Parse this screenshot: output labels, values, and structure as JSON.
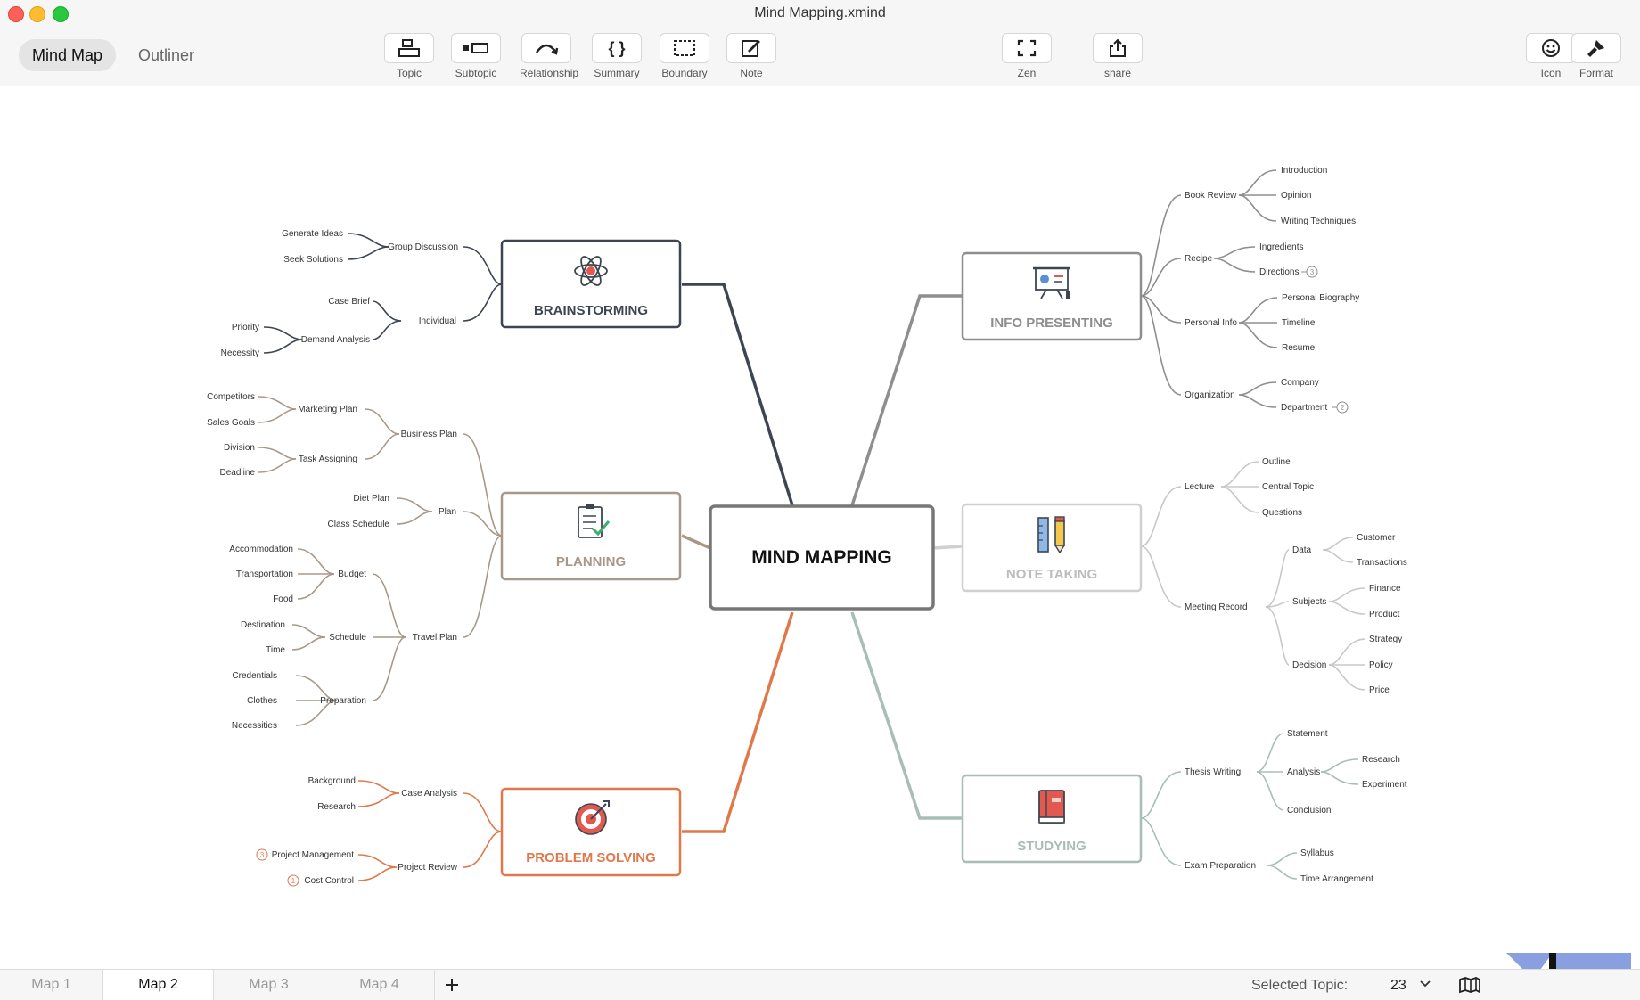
{
  "window": {
    "title": "Mind Mapping.xmind"
  },
  "modes": {
    "active": "Mind Map",
    "inactive": "Outliner"
  },
  "toolbar": {
    "topic": "Topic",
    "subtopic": "Subtopic",
    "relationship": "Relationship",
    "summary": "Summary",
    "boundary": "Boundary",
    "note": "Note",
    "zen": "Zen",
    "share": "share",
    "icon": "Icon",
    "format": "Format"
  },
  "map": {
    "central": "MIND MAPPING",
    "brainstorming": {
      "label": "BRAINSTORMING",
      "group_discussion": "Group Discussion",
      "generate_ideas": "Generate Ideas",
      "seek_solutions": "Seek Solutions",
      "individual": "Individual",
      "case_brief": "Case Brief",
      "demand_analysis": "Demand Analysis",
      "priority": "Priority",
      "necessity": "Necessity"
    },
    "planning": {
      "label": "PLANNING",
      "business_plan": "Business Plan",
      "marketing_plan": "Marketing Plan",
      "competitors": "Competitors",
      "sales_goals": "Sales Goals",
      "task_assigning": "Task Assigning",
      "division": "Division",
      "deadline": "Deadline",
      "plan": "Plan",
      "diet_plan": "Diet Plan",
      "class_schedule": "Class Schedule",
      "travel_plan": "Travel Plan",
      "budget": "Budget",
      "accommodation": "Accommodation",
      "transportation": "Transportation",
      "food": "Food",
      "schedule": "Schedule",
      "destination": "Destination",
      "time": "Time",
      "preparation": "Preparation",
      "credentials": "Credentials",
      "clothes": "Clothes",
      "necessities": "Necessities"
    },
    "problem_solving": {
      "label": "PROBLEM SOLVING",
      "case_analysis": "Case Analysis",
      "background": "Background",
      "research": "Research",
      "project_review": "Project Review",
      "project_management": "Project Management",
      "cost_control": "Cost Control",
      "pm_badge": "3",
      "cc_badge": "1"
    },
    "info_presenting": {
      "label": "INFO PRESENTING",
      "book_review": "Book Review",
      "introduction": "Introduction",
      "opinion": "Opinion",
      "writing_techniques": "Writing Techniques",
      "recipe": "Recipe",
      "ingredients": "Ingredients",
      "directions": "Directions",
      "directions_badge": "3",
      "personal_info": "Personal Info",
      "personal_biography": "Personal Biography",
      "timeline": "Timeline",
      "resume": "Resume",
      "organization": "Organization",
      "company": "Company",
      "department": "Department",
      "department_badge": "2"
    },
    "note_taking": {
      "label": "NOTE TAKING",
      "lecture": "Lecture",
      "outline": "Outline",
      "central_topic": "Central Topic",
      "questions": "Questions",
      "meeting_record": "Meeting Record",
      "data": "Data",
      "customer": "Customer",
      "transactions": "Transactions",
      "subjects": "Subjects",
      "finance": "Finance",
      "product": "Product",
      "decision": "Decision",
      "strategy": "Strategy",
      "policy": "Policy",
      "price": "Price"
    },
    "studying": {
      "label": "STUDYING",
      "thesis_writing": "Thesis Writing",
      "statement": "Statement",
      "analysis": "Analysis",
      "research": "Research",
      "experiment": "Experiment",
      "conclusion": "Conclusion",
      "exam_preparation": "Exam Preparation",
      "syllabus": "Syllabus",
      "time_arrangement": "Time Arrangement"
    }
  },
  "colors": {
    "brainstorming": "#3d4550",
    "planning": "#a89888",
    "problem_solving": "#e0784a",
    "info_presenting": "#8e8e8e",
    "note_taking": "#c8c8c8",
    "studying": "#a8bdb8"
  },
  "sheets": [
    "Map 1",
    "Map 2",
    "Map 3",
    "Map 4"
  ],
  "active_sheet": "Map 2",
  "status": {
    "selected_label": "Selected Topic:",
    "selected_count": "23"
  }
}
